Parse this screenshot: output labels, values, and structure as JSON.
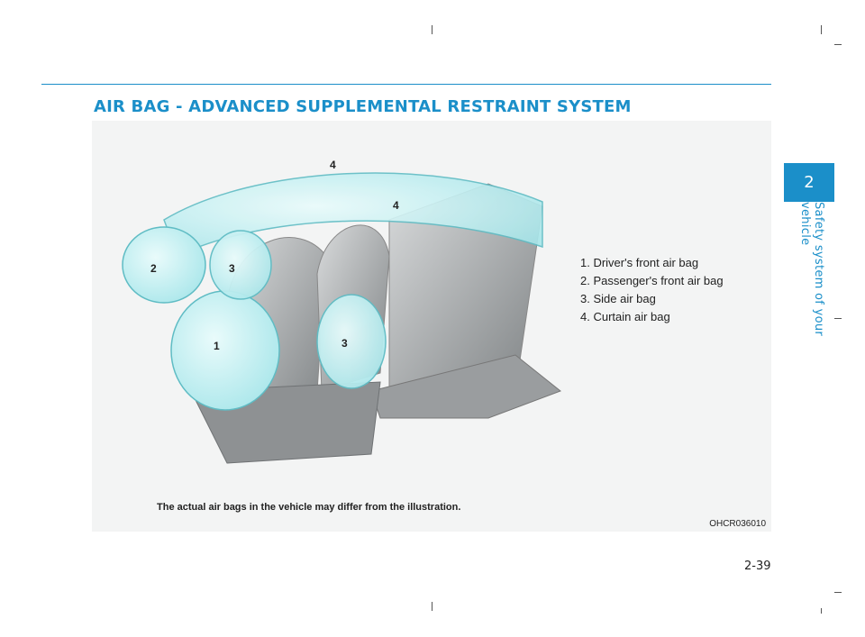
{
  "header": {
    "title": "AIR BAG - ADVANCED SUPPLEMENTAL RESTRAINT SYSTEM"
  },
  "side_tab": {
    "number": "2",
    "section": "Safety system of your vehicle"
  },
  "figure": {
    "callouts": [
      "1",
      "2",
      "3",
      "3",
      "4",
      "4"
    ],
    "legend": [
      "1. Driver's front air bag",
      "2. Passenger's front air bag",
      "3. Side air bag",
      "4. Curtain air bag"
    ],
    "caption": "The actual air bags in the vehicle may differ from the illustration.",
    "code": "OHCR036010"
  },
  "footer": {
    "page_number": "2-39"
  },
  "colors": {
    "accent": "#1b8fc9",
    "airbag": "#bfeef0",
    "seat": "#b0b3b5"
  }
}
